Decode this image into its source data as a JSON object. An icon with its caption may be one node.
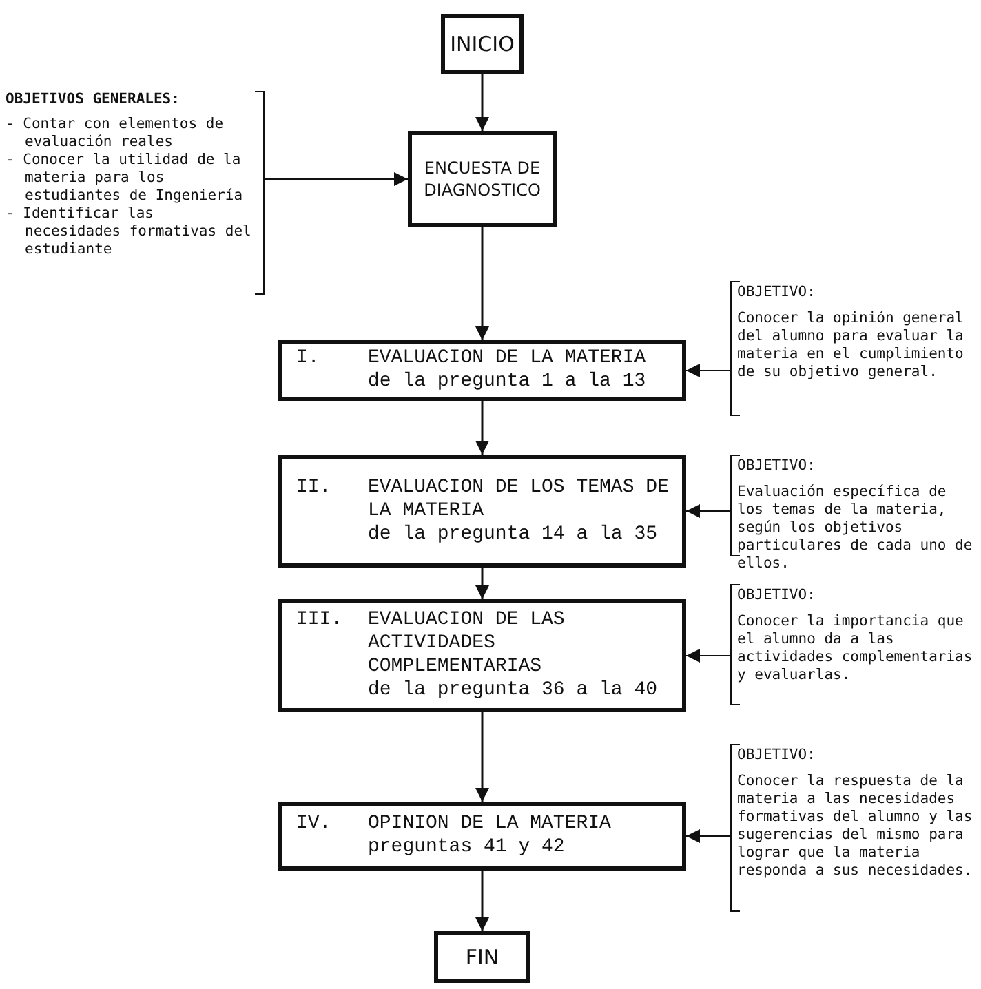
{
  "diagram": {
    "nodes": [
      {
        "text": [
          "INICIO"
        ]
      },
      {
        "text": [
          "OBJETIVOS GENERALES:",
          "- Contar con elementos de evaluación reales",
          "- Conocer la utilidad de la materia para los estudiantes de Ingeniería",
          "- Identificar las necesidades formativas del estudiante"
        ]
      },
      {
        "text": [
          "ENCUESTA DE DIAGNOSTICO"
        ]
      },
      {
        "text": [
          "OBJETIVO:",
          "Conocer la opinión general del alumno para evaluar la materia en el cumplimiento de su objetivo general."
        ]
      },
      {
        "text": [
          "I.",
          "EVALUACION DE LA MATERIA",
          "de la pregunta 1 a la 13"
        ]
      },
      {
        "text": [
          "OBJETIVO:",
          "Evaluación específica de los temas de la materia, según los objetivos particulares de cada uno de ellos."
        ]
      },
      {
        "text": [
          "II.",
          "EVALUACION DE LOS TEMAS DE LA MATERIA",
          "de la pregunta 14 a la 35"
        ]
      },
      {
        "text": [
          "OBJETIVO:",
          "Conocer la importancia que el alumno da a las actividades complementarias y evaluarlas."
        ]
      },
      {
        "text": [
          "III.",
          "EVALUACION DE LAS ACTIVIDADES COMPLEMENTARIAS",
          "de la pregunta 36 a la 40"
        ]
      },
      {
        "text": [
          "OBJETIVO:",
          "Conocer la respuesta de la materia a las necesidades formativas del alumno y las sugerencias del mismo para lograr que la materia responda a sus necesidades."
        ]
      },
      {
        "text": [
          "IV.",
          "OPINION DE LA MATERIA",
          "preguntas 41 y 42"
        ]
      },
      {
        "text": [
          "FIN"
        ]
      }
    ],
    "edges": [
      {
        "from": 0,
        "to": 2,
        "arrow": "to"
      },
      {
        "from": 2,
        "to": 4,
        "arrow": "to"
      },
      {
        "from": 4,
        "to": 6,
        "arrow": "to"
      },
      {
        "from": 6,
        "to": 8,
        "arrow": "to"
      },
      {
        "from": 8,
        "to": 10,
        "arrow": "to"
      },
      {
        "from": 10,
        "to": 11,
        "arrow": "to"
      },
      {
        "from": 1,
        "to": 2,
        "arrow": "to"
      },
      {
        "from": 3,
        "to": 4,
        "arrow": "to"
      },
      {
        "from": 5,
        "to": 6,
        "arrow": "to"
      },
      {
        "from": 7,
        "to": 8,
        "arrow": "to"
      },
      {
        "from": 9,
        "to": 10,
        "arrow": "to"
      }
    ]
  }
}
